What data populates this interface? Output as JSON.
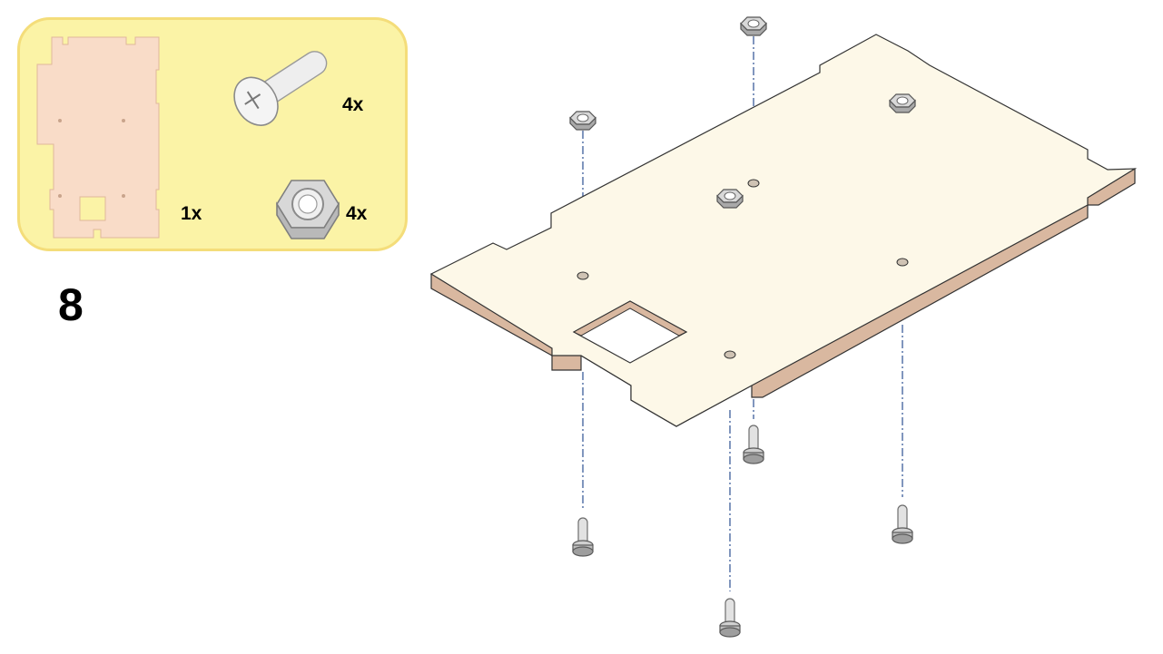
{
  "step": {
    "number": "8"
  },
  "parts": [
    {
      "name": "panel",
      "quantity": "1x"
    },
    {
      "name": "screw",
      "quantity": "4x"
    },
    {
      "name": "nut",
      "quantity": "4x"
    }
  ],
  "colors": {
    "parts_box_fill": "#fbf3a6",
    "parts_box_border": "#f4dd7a",
    "panel_part_color": "#f9dcc8",
    "plate_top": "#fdf8e8",
    "plate_edge": "#d9b8a0",
    "guide_line": "#3d5d9a"
  }
}
